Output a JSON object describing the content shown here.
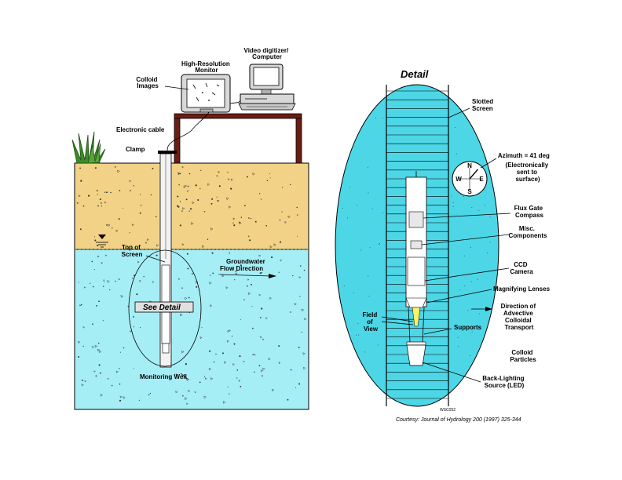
{
  "colors": {
    "soil": "#f2d286",
    "water": "#a6eef6",
    "detail_fill": "#4dd6e6",
    "table": "#6b1d12",
    "well": "#f2f2f2"
  },
  "labels": {
    "high_res_monitor": [
      "High-Resolution",
      "Monitor"
    ],
    "video_digitizer": [
      "Video digitizer/",
      "Computer"
    ],
    "colloid_images": [
      "Colloid",
      "Images"
    ],
    "electronic_cable": "Electronic cable",
    "clamp": "Clamp",
    "top_of_screen": [
      "Top of",
      "Screen"
    ],
    "groundwater_flow": [
      "Groundwater",
      "Flow Direction"
    ],
    "see_detail": "See Detail",
    "monitoring_well": "Monitoring Well",
    "detail_title": "Detail",
    "slotted_screen": [
      "Slotted",
      "Screen"
    ],
    "azimuth": [
      "Azimuth = 41 deg",
      "(Electronically",
      "sent to",
      "surface)"
    ],
    "flux_gate": [
      "Flux Gate",
      "Compass"
    ],
    "misc_components": [
      "Misc.",
      "Components"
    ],
    "ccd_camera": [
      "CCD",
      "Camera"
    ],
    "magnifying_lenses": "Magnifying Lenses",
    "field_of_view": [
      "Field",
      "of",
      "View"
    ],
    "supports": "Supports",
    "advective_transport": [
      "Direction of",
      "Advective",
      "Colloidal",
      "Transport"
    ],
    "colloid_particles": [
      "Colloid",
      "Particles"
    ],
    "back_lighting": [
      "Back-Lighting",
      "Source (LED)"
    ],
    "figure_id": "WSC052",
    "credit": "Courtesy: Journal of Hydrology 200 (1997) 325-344"
  },
  "compass": {
    "azimuth_deg": 41,
    "letters": [
      "N",
      "W",
      "S",
      "E"
    ]
  }
}
